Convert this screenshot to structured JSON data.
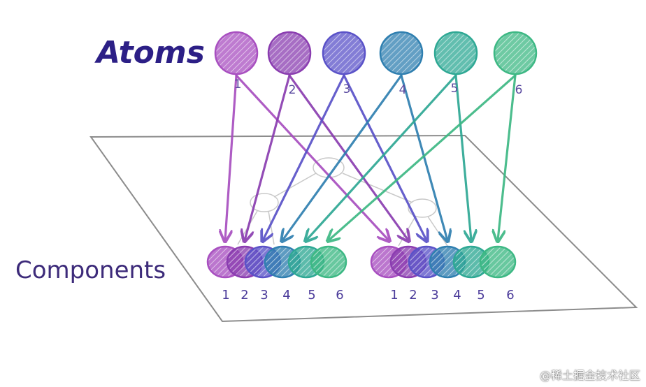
{
  "labels": {
    "atoms": "Atoms",
    "components": "Components"
  },
  "atom_numbers": [
    "1",
    "2",
    "3",
    "4",
    "5",
    "6"
  ],
  "component_group_a_numbers": [
    "1",
    "2",
    "3",
    "4",
    "5",
    "6"
  ],
  "component_group_b_numbers": [
    "1",
    "2",
    "3",
    "4",
    "5",
    "6"
  ],
  "colors": {
    "atom_1": "#a84fc0",
    "atom_2": "#8a3db0",
    "atom_3": "#5a52c8",
    "atom_4": "#2f7fb0",
    "atom_5": "#2ea894",
    "atom_6": "#3db884",
    "plane": "#8c8c8c",
    "atoms_label": "#2c1f86",
    "components_label": "#3d2b7a"
  },
  "watermark": "@稀土掘金技术社区"
}
